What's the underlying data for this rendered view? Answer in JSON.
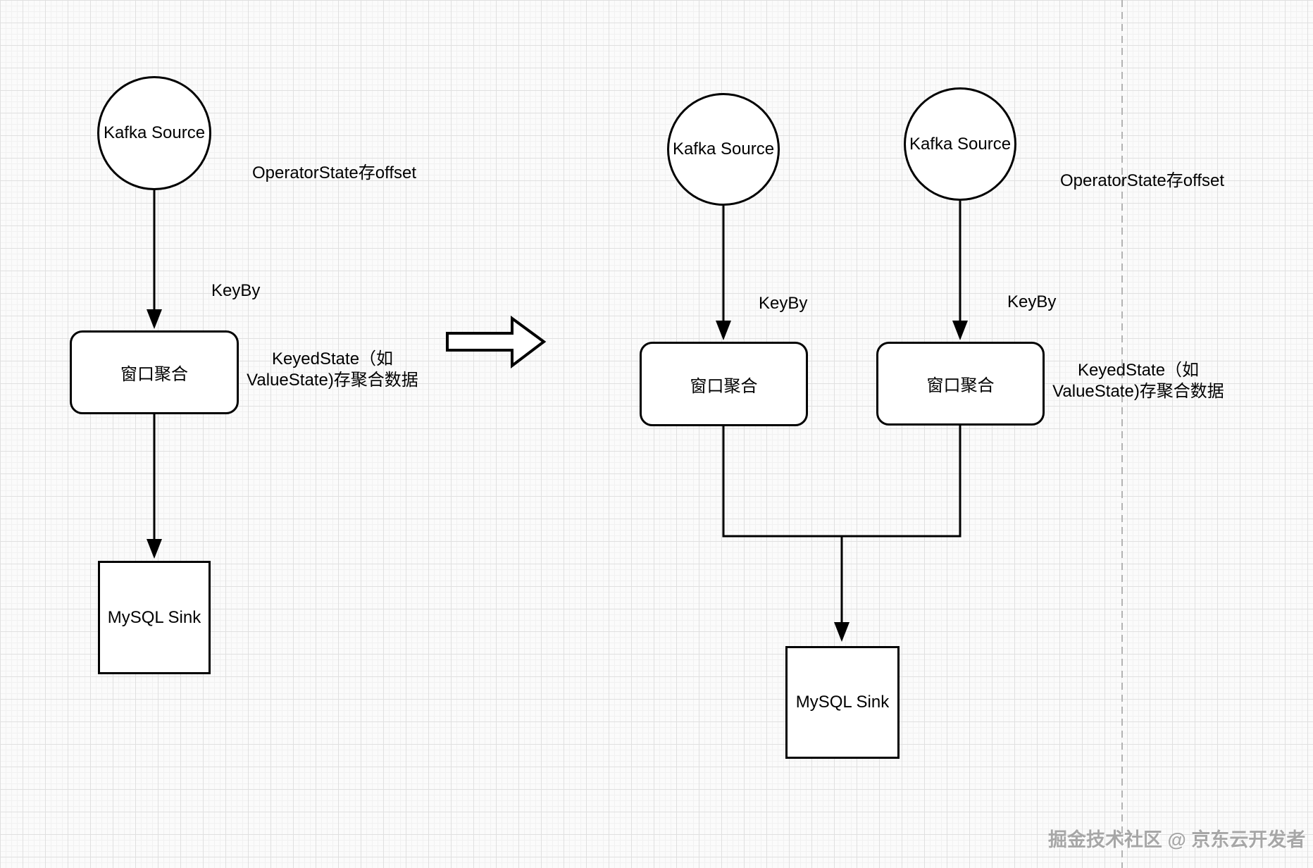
{
  "watermark": "掘金技术社区 @ 京东云开发者",
  "before": {
    "kafka_source": "Kafka Source",
    "operator_state_note": "OperatorState存offset",
    "keyby": "KeyBy",
    "window_agg": "窗口聚合",
    "keyed_state_note_line1": "KeyedState（如",
    "keyed_state_note_line2": "ValueState)存聚合数据",
    "mysql_sink": "MySQL Sink"
  },
  "after": {
    "kafka_source_1": "Kafka Source",
    "kafka_source_2": "Kafka Source",
    "operator_state_note": "OperatorState存offset",
    "keyby_1": "KeyBy",
    "keyby_2": "KeyBy",
    "window_agg_1": "窗口聚合",
    "window_agg_2": "窗口聚合",
    "keyed_state_note_line1": "KeyedState（如",
    "keyed_state_note_line2": "ValueState)存聚合数据",
    "mysql_sink": "MySQL Sink"
  },
  "colors": {
    "stroke": "#000000",
    "divider": "#b3b3b3",
    "grid_major": "#e0e0e0",
    "grid_minor": "#f1f1f1"
  }
}
